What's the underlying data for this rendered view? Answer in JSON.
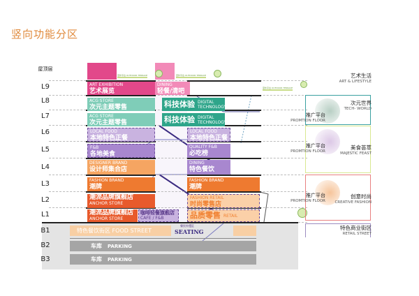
{
  "title": "竖向功能分区",
  "floors": [
    "屋顶层",
    "L9",
    "L8",
    "L7",
    "L6",
    "L5",
    "L4",
    "L3",
    "L2",
    "L1",
    "B1",
    "B2",
    "B3"
  ],
  "left_blocks": [
    {
      "en": "ART EXHIBITION",
      "cn": "艺术展览",
      "color": "#e2488a"
    },
    {
      "en": "ACG STORE",
      "cn": "次元主题零售",
      "color": "#7fcdb8"
    },
    {
      "en": "ACG STORE",
      "cn": "次元主题零售",
      "color": "#7fcdb8"
    },
    {
      "en": "LOCAL FOOD",
      "cn": "本地特色正餐",
      "color": "#c9b3e0",
      "dash": true
    },
    {
      "en": "F&B",
      "cn": "各地美食",
      "color": "#a887cf",
      "dash": true
    },
    {
      "en": "DESIGNER BRAND",
      "cn": "设计师集合店",
      "color": "#f5a562"
    },
    {
      "en": "FASHION BRAND",
      "cn": "潮牌",
      "color": "#ee7a30"
    },
    {
      "en": "ANCHOR STORE",
      "cn": "潮流品牌旗舰店",
      "color": "#e85a2c",
      "en_below": true
    },
    {
      "en": "ANCHOR STORE",
      "cn": "潮流品牌旗舰店",
      "color": "#e85a2c",
      "en_below": true
    }
  ],
  "cafe_block": {
    "cn": "咖啡轻餐旗舰店",
    "en": "CAFE / F&B",
    "color": "#c9b3e0"
  },
  "right_blocks": [
    {
      "en": "DINING",
      "cn": "轻餐/清吧",
      "color": "#f28ab8"
    },
    {
      "en": "DIGITAL TECHNOLOGY",
      "cn": "科技体验",
      "color": "#2ea58a",
      "row": true
    },
    {
      "en": "DIGITAL TECHNOLOGY",
      "cn": "科技体验",
      "color": "#2ea58a",
      "row": true
    },
    {
      "en": "LOCAL FOOD",
      "cn": "本地特色正餐",
      "color": "#c9b3e0",
      "dash": true
    },
    {
      "en": "QUALITY F&B",
      "cn": "必吃榜",
      "color": "#a887cf"
    },
    {
      "en": "DINING",
      "cn": "特色餐饮",
      "color": "#a887cf"
    },
    {
      "en": "FASHION BRAND",
      "cn": "潮牌",
      "color": "#ee7a30"
    },
    {
      "en": "FASHION RETAIL",
      "cn": "时尚零售店",
      "color": "#fbd0a8",
      "dash": true
    },
    {
      "en": "RETAIL",
      "cn": "品质零售",
      "color": "#fbd0a8",
      "dash": true,
      "row": true
    }
  ],
  "terrace": "室外平台 OUTDOOR TERRACE",
  "b1": {
    "cn": "特色餐饮街区",
    "en": "FOOD STREET",
    "seating_cn": "餐饮外摆区",
    "seating_en": "SEATING"
  },
  "parking": {
    "cn": "车库",
    "en": "PARKING"
  },
  "promotion": {
    "cn": "推广平台",
    "en": "PROMTION FLOOR"
  },
  "zones": [
    {
      "cn": "艺术生活",
      "en": "ART & LIFESTYLE"
    },
    {
      "cn": "次元世界",
      "en": "TECH- WORLD",
      "color": "#3aa0a0",
      "circle": "#b8cfc4"
    },
    {
      "cn": "美食荟萃",
      "en": "MAJESTIC FEAST",
      "color": "#d8e890",
      "circle": "#dcc8e6"
    },
    {
      "cn": "创意时尚",
      "en": "CREATIVE FASHION",
      "color": "#e88080",
      "circle": "#f6c49a"
    },
    {
      "cn": "特色商业街区",
      "en": "RETAIL STREET",
      "color": "#9b8cc0"
    }
  ]
}
